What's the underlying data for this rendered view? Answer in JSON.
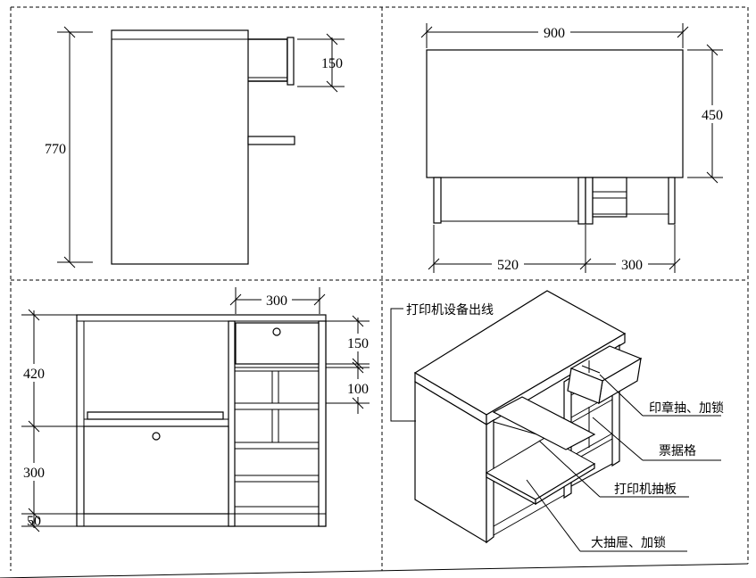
{
  "dimensions": {
    "side_height": "770",
    "side_drawer": "150",
    "top_width": "900",
    "top_depth": "450",
    "top_left": "520",
    "top_right": "300",
    "front_top_width": "300",
    "front_h1": "420",
    "front_h2": "300",
    "front_h3": "50",
    "front_r1": "150",
    "front_r2": "100"
  },
  "labels": {
    "printer_cable": "打印机设备出线",
    "stamp_drawer": "印章抽、加锁",
    "receipt_shelf": "票据格",
    "printer_tray": "打印机抽板",
    "large_drawer": "大抽屉、加锁"
  }
}
